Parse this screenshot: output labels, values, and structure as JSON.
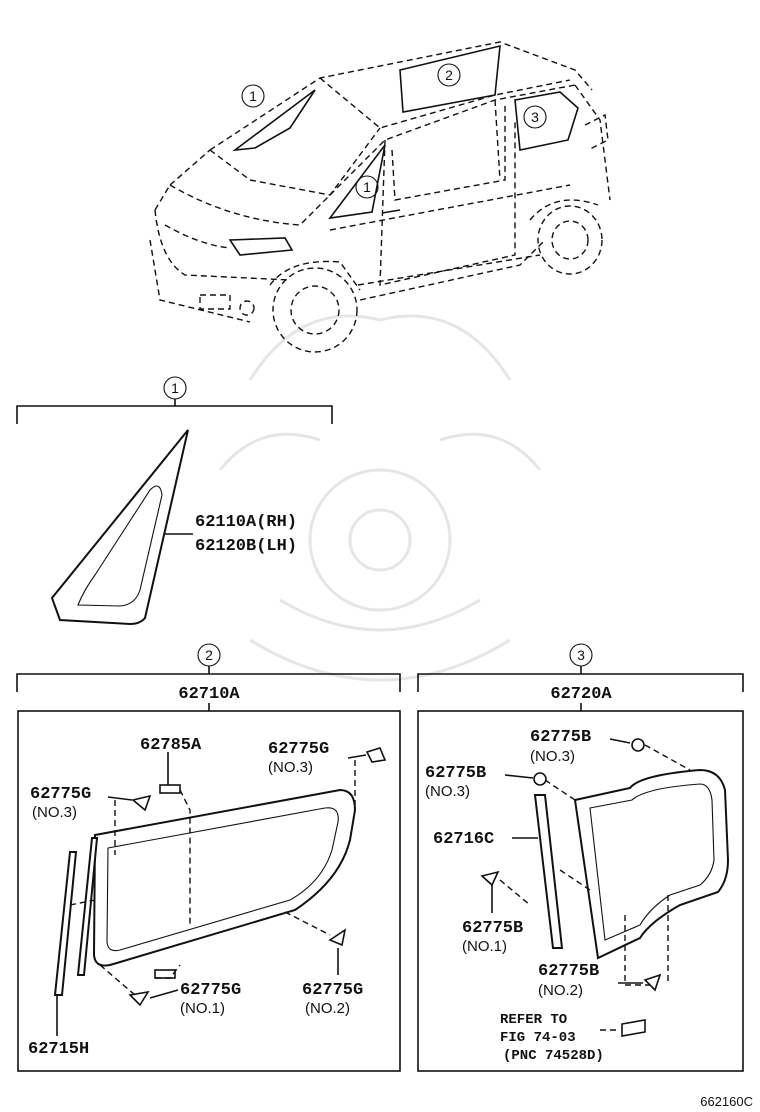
{
  "figure_code": "662160C",
  "callouts": {
    "c1": "1",
    "c2": "2",
    "c3": "3"
  },
  "group1": {
    "callout": "1",
    "parts": [
      "62110A(RH)",
      "62120B(LH)"
    ]
  },
  "group2": {
    "callout": "2",
    "main_part": "62710A",
    "parts": {
      "molding": "62785A",
      "clip_top_left": {
        "code": "62775G",
        "note": "(NO.3)"
      },
      "clip_top_right": {
        "code": "62775G",
        "note": "(NO.3)"
      },
      "clip_bottom": {
        "code": "62775G",
        "note": "(NO.1)"
      },
      "clip_bottom_right": {
        "code": "62775G",
        "note": "(NO.2)"
      },
      "strip": "62715H"
    }
  },
  "group3": {
    "callout": "3",
    "main_part": "62720A",
    "parts": {
      "clip_top": {
        "code": "62775B",
        "note": "(NO.3)"
      },
      "clip_left": {
        "code": "62775B",
        "note": "(NO.3)"
      },
      "strip": "62716C",
      "clip_mid": {
        "code": "62775B",
        "note": "(NO.1)"
      },
      "clip_bottom": {
        "code": "62775B",
        "note": "(NO.2)"
      }
    },
    "reference": {
      "line1": "REFER TO",
      "line2": "FIG 74-03",
      "line3": "(PNC 74528D)"
    }
  }
}
